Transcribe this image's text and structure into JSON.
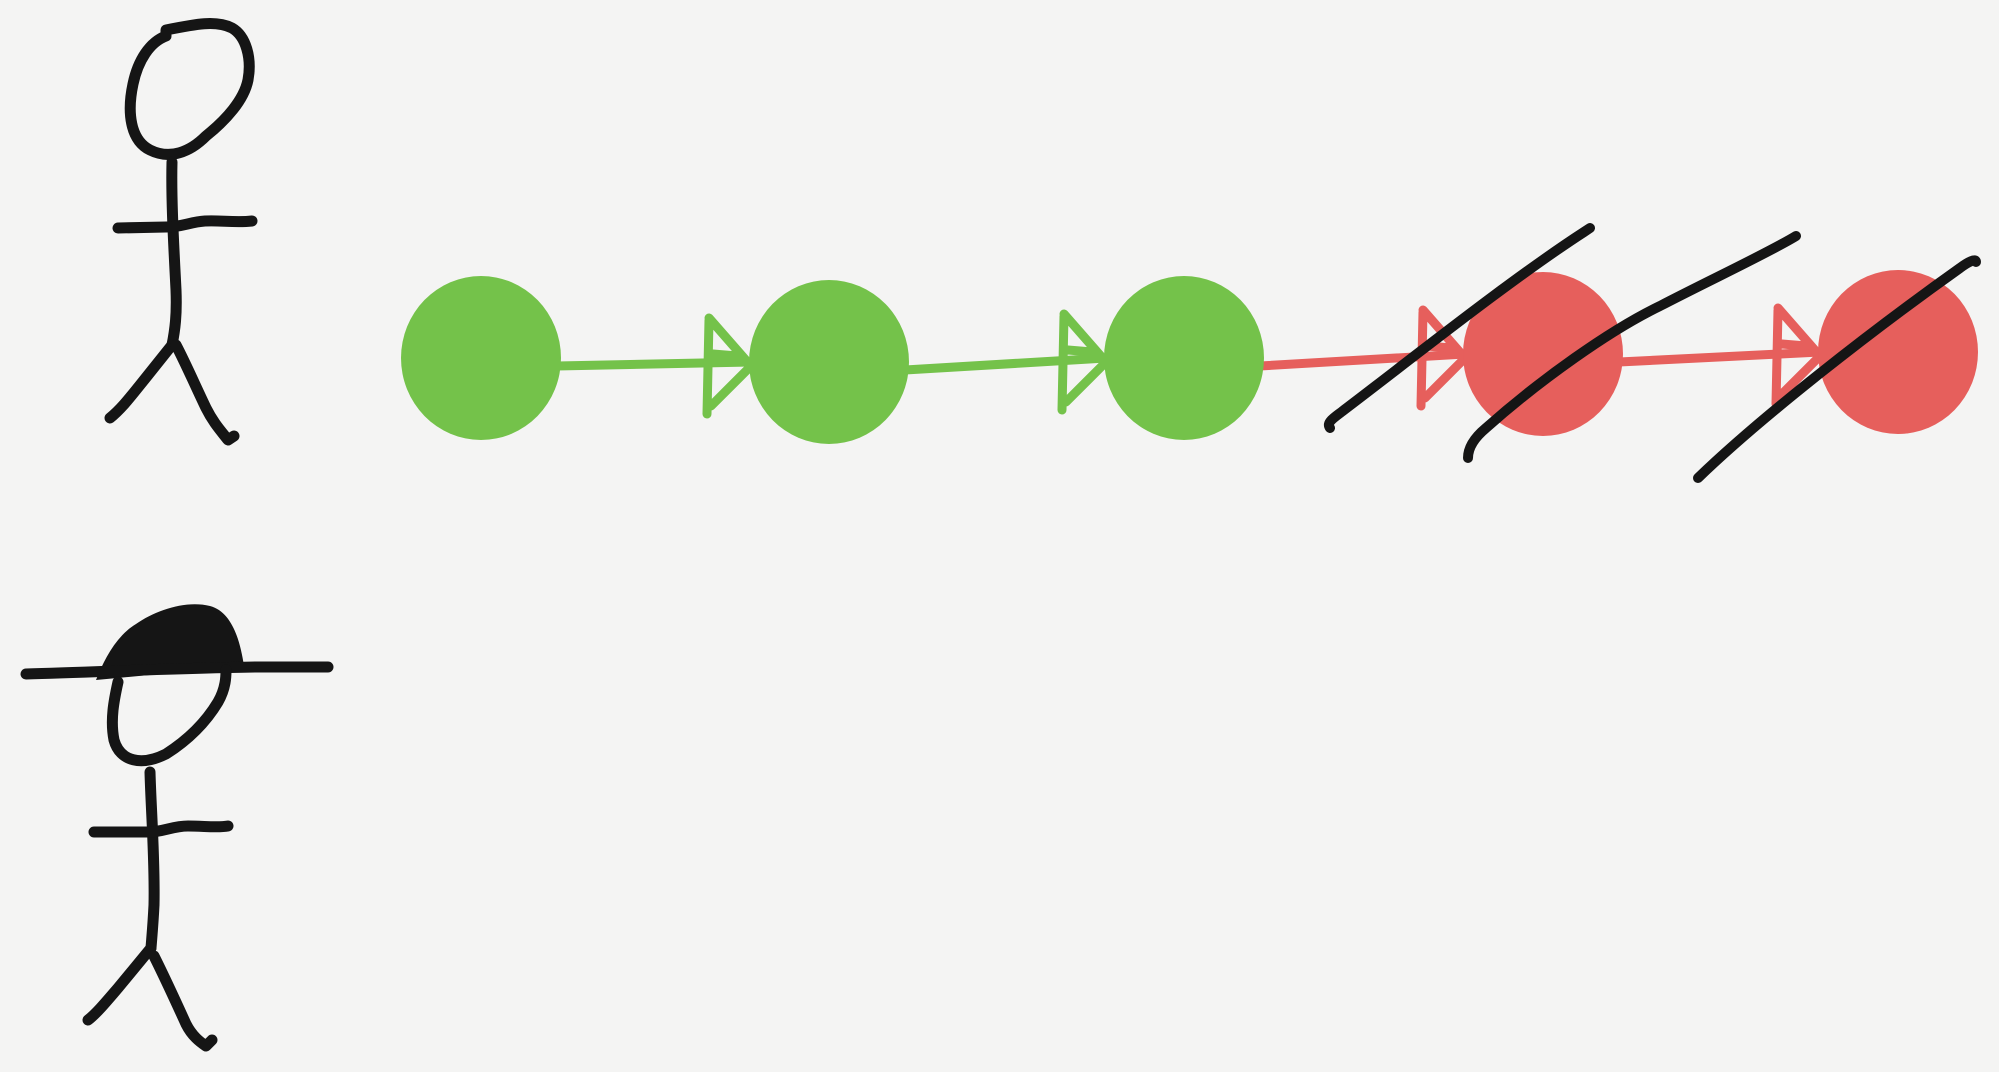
{
  "colors": {
    "background": "#f4f4f3",
    "ink": "#151515",
    "kept": "#74c24a",
    "removed": "#e65f5c"
  },
  "figures": [
    {
      "name": "person",
      "has_hat": false
    },
    {
      "name": "person-with-hat",
      "has_hat": true
    }
  ],
  "chain": {
    "nodes": [
      {
        "state": "kept"
      },
      {
        "state": "kept"
      },
      {
        "state": "kept"
      },
      {
        "state": "removed",
        "struck_through": true
      },
      {
        "state": "removed",
        "struck_through": true
      }
    ],
    "edges": [
      {
        "from": 0,
        "to": 1,
        "state": "kept"
      },
      {
        "from": 1,
        "to": 2,
        "state": "kept"
      },
      {
        "from": 2,
        "to": 3,
        "state": "removed",
        "struck_through": true
      },
      {
        "from": 3,
        "to": 4,
        "state": "removed"
      }
    ]
  }
}
